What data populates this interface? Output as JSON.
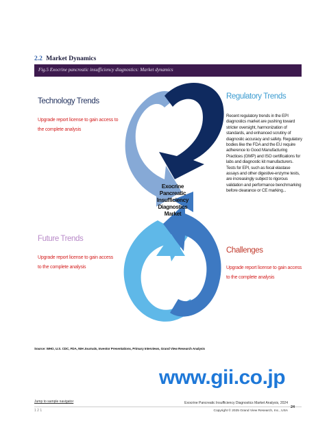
{
  "section": {
    "number": "2.2",
    "title": "Market Dynamics"
  },
  "figure": {
    "caption": "Fig.5  Exocrine pancreatic insufficiency diagnostics: Market dynamics"
  },
  "diagram": {
    "center_line1": "Exocrine",
    "center_line2": "Pancreatic",
    "center_line3": "Insufficiency",
    "center_line4": "Diagnostics",
    "center_line5": "Market",
    "colors": {
      "dark_navy": "#0f2a5f",
      "light_steel": "#86a9d6",
      "light_sky": "#5fb8e8",
      "mid_blue": "#3d79c2"
    }
  },
  "technology": {
    "heading": "Technology Trends",
    "upgrade_line1": "Upgrade report license to gain access to",
    "upgrade_line2": "the complete analysis"
  },
  "future": {
    "heading": "Future Trends",
    "upgrade_line1": "Upgrade report license to gain access",
    "upgrade_line2": "to the complete analysis"
  },
  "regulatory": {
    "heading": "Regulatory Trends",
    "text": "Recent regulatory trends in the EPI diagnostics market are pushing toward stricter oversight, harmonization of standards, and enhanced scrutiny of diagnostic accuracy and safety. Regulatory bodies like the FDA and the EU require adherence to Good Manufacturing Practices (GMP) and ISO certifications for labs and diagnostic kit manufacturers. Tests for EPI, such as fecal elastase assays and other digestive-enzyme tests, are increasingly subject to rigorous validation and performance benchmarking before clearance or CE marking..."
  },
  "challenges": {
    "heading": "Challenges",
    "upgrade_line1": "Upgrade report license to gain access",
    "upgrade_line2": "to the complete analysis"
  },
  "source": "Source: WHO, U.S. CDC, FDA, NIH Journals, Investor Presentations, Primary Interviews, Grand View Research Analysis",
  "watermark": "www.gii.co.jp",
  "footer": {
    "navigator_link": "Jump to sample navigator",
    "page_left": "1 2 1",
    "title": "Exocrine Pancreatic Insufficiency Diagnostics Market Analysis, 2024",
    "copyright": "Copyright © 2025 Grand View Research, Inc., USA",
    "page_number": "24"
  }
}
